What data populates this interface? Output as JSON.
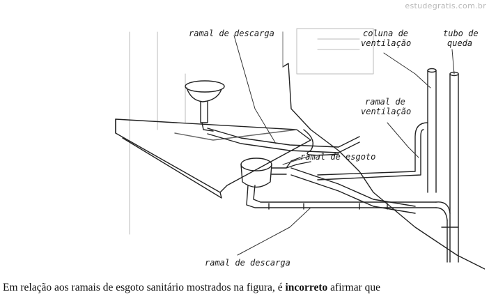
{
  "watermark": "estudegratis.com.br",
  "figure": {
    "labels": {
      "ramal_descarga_top": "ramal de descarga",
      "coluna_line1": "coluna de",
      "coluna_line2": "ventilação",
      "tubo_line1": "tubo de",
      "tubo_line2": "queda",
      "ramal_ventilacao_line1": "ramal de",
      "ramal_ventilacao_line2": "ventilação",
      "ramal_esgoto": "ramal de esgoto",
      "ramal_descarga_bottom": "ramal de descarga"
    }
  },
  "question": {
    "prefix": "Em relação aos ramais de esgoto sanitário mostrados na figura, é ",
    "emphasis": "incorreto",
    "suffix": " afirmar que"
  }
}
